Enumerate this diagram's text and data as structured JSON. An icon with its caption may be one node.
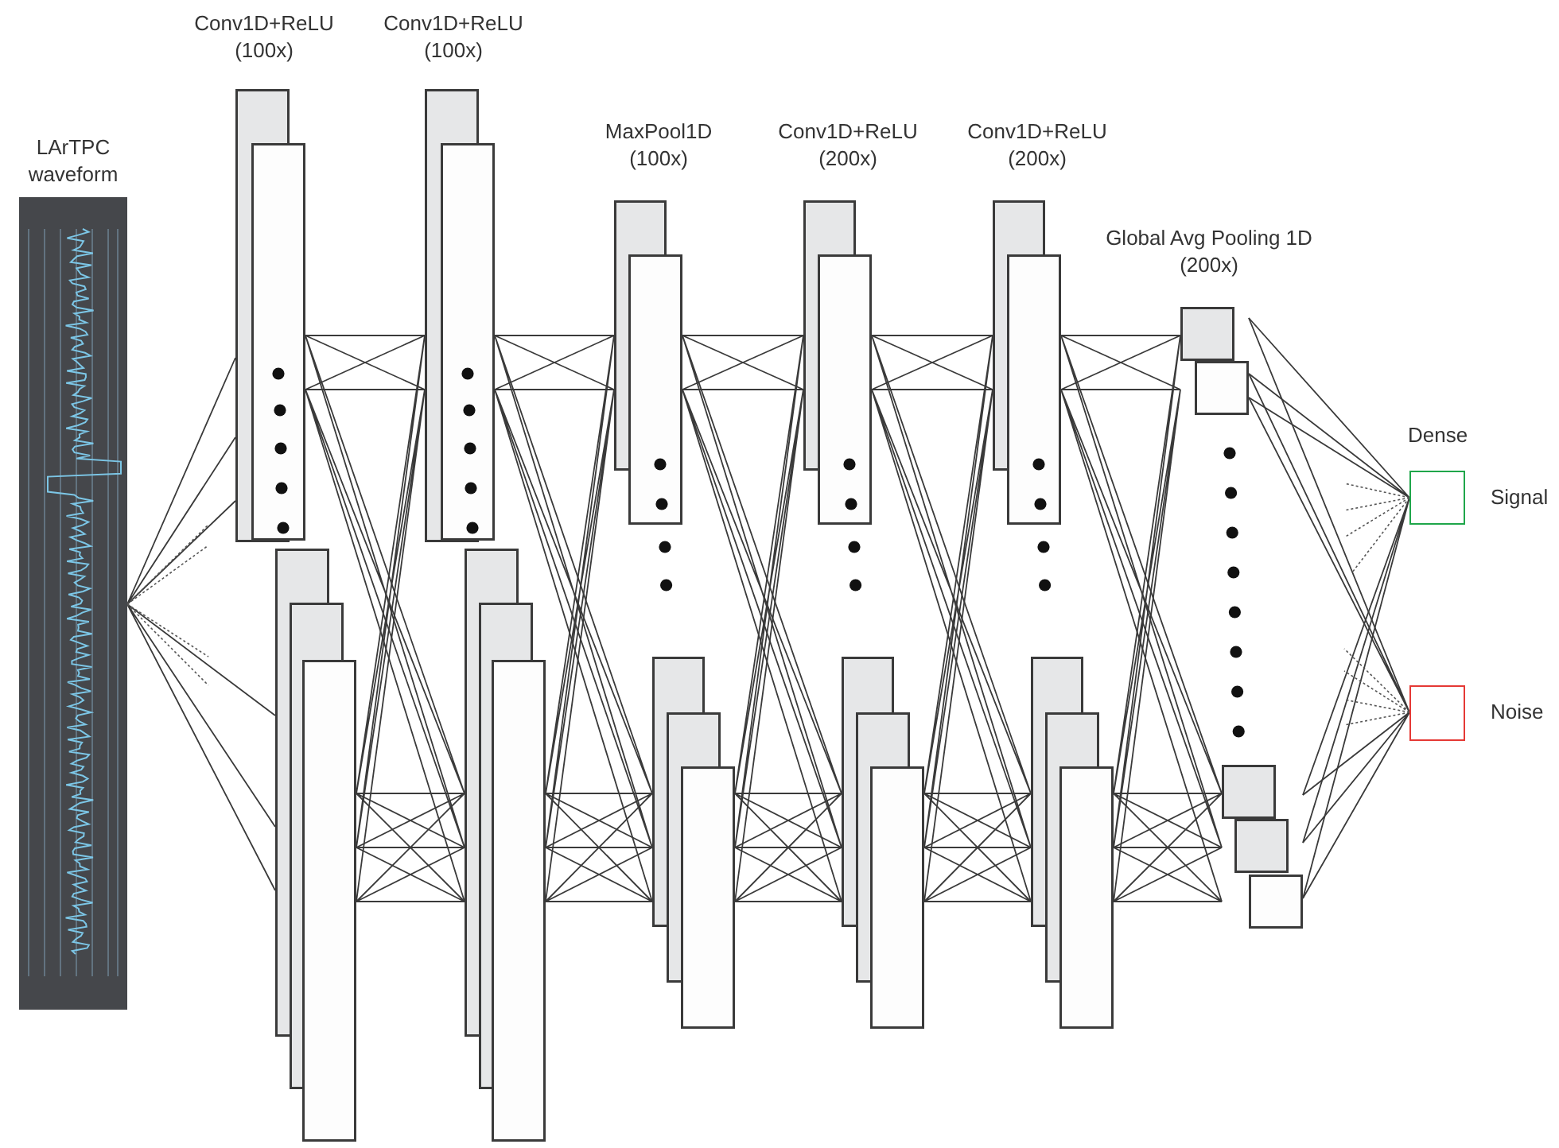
{
  "diagram": {
    "nodes": [
      {
        "text": [],
        "shape": "picture",
        "beside": [
          "LArTPC waveform"
        ]
      },
      {
        "text": [],
        "shape": "box",
        "beside": [
          "Conv1D+ReLU (100x)"
        ]
      },
      {
        "text": [],
        "shape": "box"
      },
      {
        "text": [],
        "shape": "box",
        "beside": [
          "Conv1D+ReLU (100x)"
        ]
      },
      {
        "text": [],
        "shape": "box"
      },
      {
        "text": [],
        "shape": "box",
        "beside": [
          "MaxPool1D (100x)"
        ]
      },
      {
        "text": [],
        "shape": "box"
      },
      {
        "text": [],
        "shape": "box",
        "beside": [
          "Conv1D+ReLU (200x)"
        ]
      },
      {
        "text": [],
        "shape": "box"
      },
      {
        "text": [],
        "shape": "box",
        "beside": [
          "Conv1D+ReLU (200x)"
        ]
      },
      {
        "text": [],
        "shape": "box"
      },
      {
        "text": [],
        "shape": "box",
        "beside": [
          "Global Avg Pooling 1D (200x)"
        ]
      },
      {
        "text": [],
        "shape": "box"
      },
      {
        "text": [],
        "shape": "box",
        "beside": [
          "Signal"
        ]
      },
      {
        "text": [],
        "shape": "box",
        "beside": [
          "Noise"
        ]
      }
    ],
    "edges": [
      {
        "from": 0,
        "to": 1,
        "arrow": "none"
      },
      {
        "from": 0,
        "to": 2,
        "arrow": "none"
      },
      {
        "from": 1,
        "to": 3,
        "arrow": "none"
      },
      {
        "from": 1,
        "to": 4,
        "arrow": "none"
      },
      {
        "from": 2,
        "to": 3,
        "arrow": "none"
      },
      {
        "from": 2,
        "to": 4,
        "arrow": "none"
      },
      {
        "from": 3,
        "to": 5,
        "arrow": "none"
      },
      {
        "from": 3,
        "to": 6,
        "arrow": "none"
      },
      {
        "from": 4,
        "to": 5,
        "arrow": "none"
      },
      {
        "from": 4,
        "to": 6,
        "arrow": "none"
      },
      {
        "from": 5,
        "to": 7,
        "arrow": "none"
      },
      {
        "from": 5,
        "to": 8,
        "arrow": "none"
      },
      {
        "from": 6,
        "to": 7,
        "arrow": "none"
      },
      {
        "from": 6,
        "to": 8,
        "arrow": "none"
      },
      {
        "from": 7,
        "to": 9,
        "arrow": "none"
      },
      {
        "from": 7,
        "to": 10,
        "arrow": "none"
      },
      {
        "from": 8,
        "to": 9,
        "arrow": "none"
      },
      {
        "from": 8,
        "to": 10,
        "arrow": "none"
      },
      {
        "from": 9,
        "to": 11,
        "arrow": "none"
      },
      {
        "from": 9,
        "to": 12,
        "arrow": "none"
      },
      {
        "from": 10,
        "to": 11,
        "arrow": "none"
      },
      {
        "from": 10,
        "to": 12,
        "arrow": "none"
      },
      {
        "from": 11,
        "to": 13,
        "arrow": "none"
      },
      {
        "from": 11,
        "to": 14,
        "arrow": "none"
      },
      {
        "from": 12,
        "to": 13,
        "arrow": "none"
      },
      {
        "from": 12,
        "to": 14,
        "arrow": "none"
      }
    ],
    "labels": [
      "Dense"
    ]
  }
}
